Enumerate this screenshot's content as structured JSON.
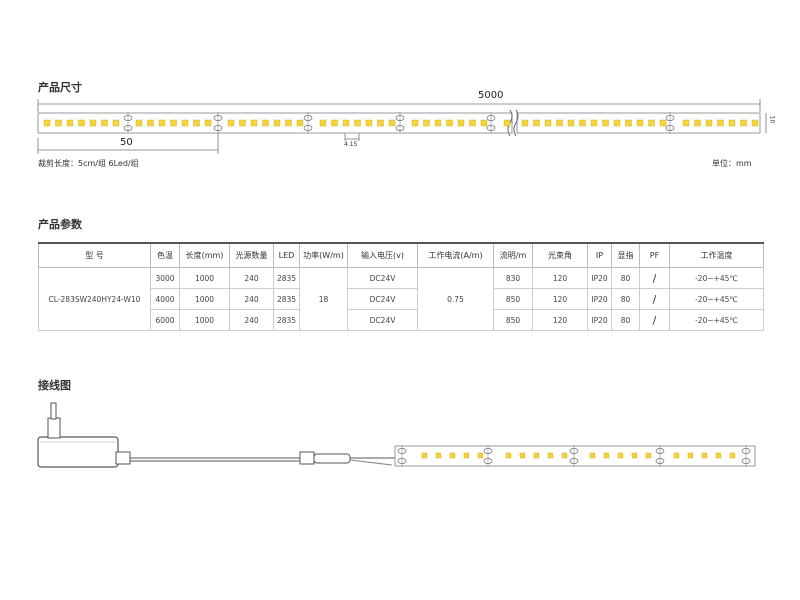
{
  "sections": {
    "dimensions_title": "产品尺寸",
    "params_title": "产品参数",
    "wiring_title": "接线图"
  },
  "dimensions": {
    "total_length": "5000",
    "segment_length": "50",
    "height": "10",
    "led_pitch": "4.15",
    "cut_note": "裁剪长度：5cm/组  6Led/组",
    "unit": "单位：mm"
  },
  "table": {
    "headers": [
      "型  号",
      "色温",
      "长度(mm)",
      "光源数量",
      "LED",
      "功率(W/m)",
      "输入电压(v)",
      "工作电流(A/m)",
      "流明/m",
      "光束角",
      "IP",
      "显指",
      "PF",
      "工作温度"
    ],
    "model": "CL-283SW240HY24-W10",
    "power": "18",
    "current": "0.75",
    "rows": [
      {
        "cct": "3000",
        "length": "1000",
        "qty": "240",
        "led": "2835",
        "voltage": "DC24V",
        "lumen": "830",
        "beam": "120",
        "ip": "IP20",
        "cri": "80",
        "pf": "/",
        "temp": "-20~+45℃"
      },
      {
        "cct": "4000",
        "length": "1000",
        "qty": "240",
        "led": "2835",
        "voltage": "DC24V",
        "lumen": "850",
        "beam": "120",
        "ip": "IP20",
        "cri": "80",
        "pf": "/",
        "temp": "-20~+45℃"
      },
      {
        "cct": "6000",
        "length": "1000",
        "qty": "240",
        "led": "2835",
        "voltage": "DC24V",
        "lumen": "850",
        "beam": "120",
        "ip": "IP20",
        "cri": "80",
        "pf": "/",
        "temp": "-20~+45℃"
      }
    ]
  },
  "colors": {
    "led": "#f5d33a",
    "line": "#777777",
    "strip_border": "#999999"
  }
}
